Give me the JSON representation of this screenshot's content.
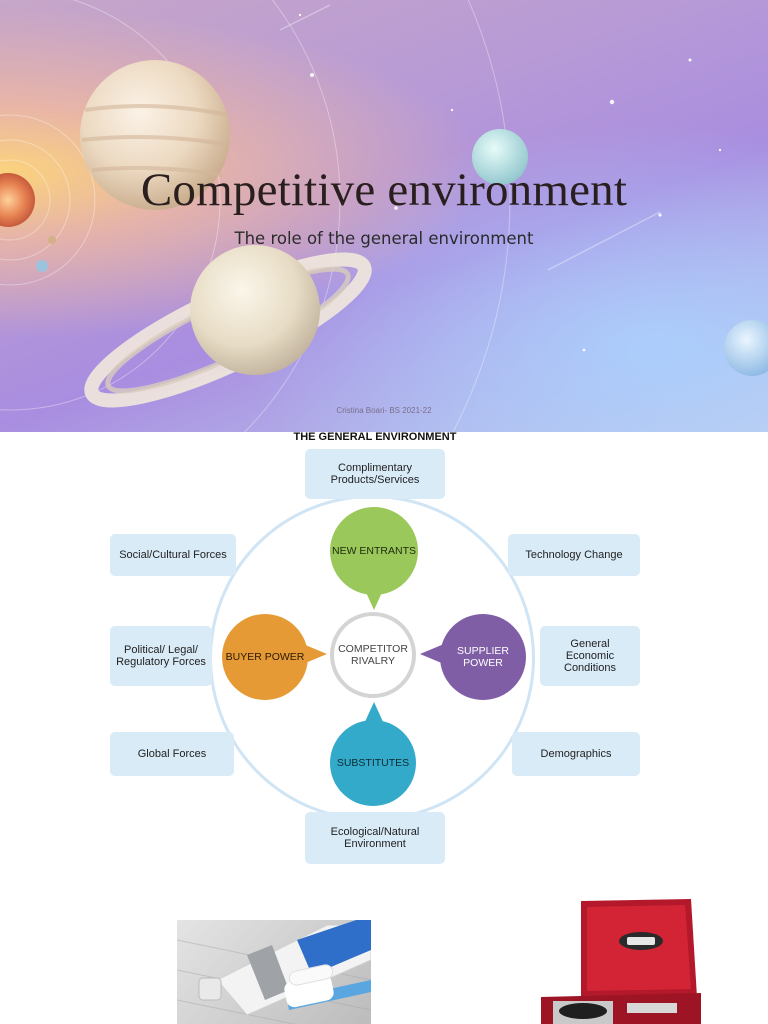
{
  "title_slide": {
    "title": "Competitive environment",
    "subtitle": "The role of the general environment",
    "footer": "Cristina Boari- BS 2021-22"
  },
  "diagram": {
    "heading": "THE GENERAL ENVIRONMENT",
    "factors": {
      "top": "Complimentary Products/Services",
      "left_1": "Social/Cultural Forces",
      "left_2": "Political/ Legal/ Regulatory Forces",
      "left_3": "Global Forces",
      "right_1": "Technology Change",
      "right_2": "General Economic Conditions",
      "right_3": "Demographics",
      "bottom": "Ecological/Natural Environment"
    },
    "forces": {
      "new_entrants": "NEW ENTRANTS",
      "buyer_power": "BUYER POWER",
      "supplier_power": "SUPPLIER POWER",
      "substitutes": "SUBSTITUTES",
      "rivalry": "COMPETITOR RIVALRY"
    },
    "colors": {
      "new_entrants": "#9bc85a",
      "buyer_power": "#e59a35",
      "supplier_power": "#7f5ea6",
      "substitutes": "#33aac9",
      "factor_box": "#d9ebf7"
    }
  }
}
